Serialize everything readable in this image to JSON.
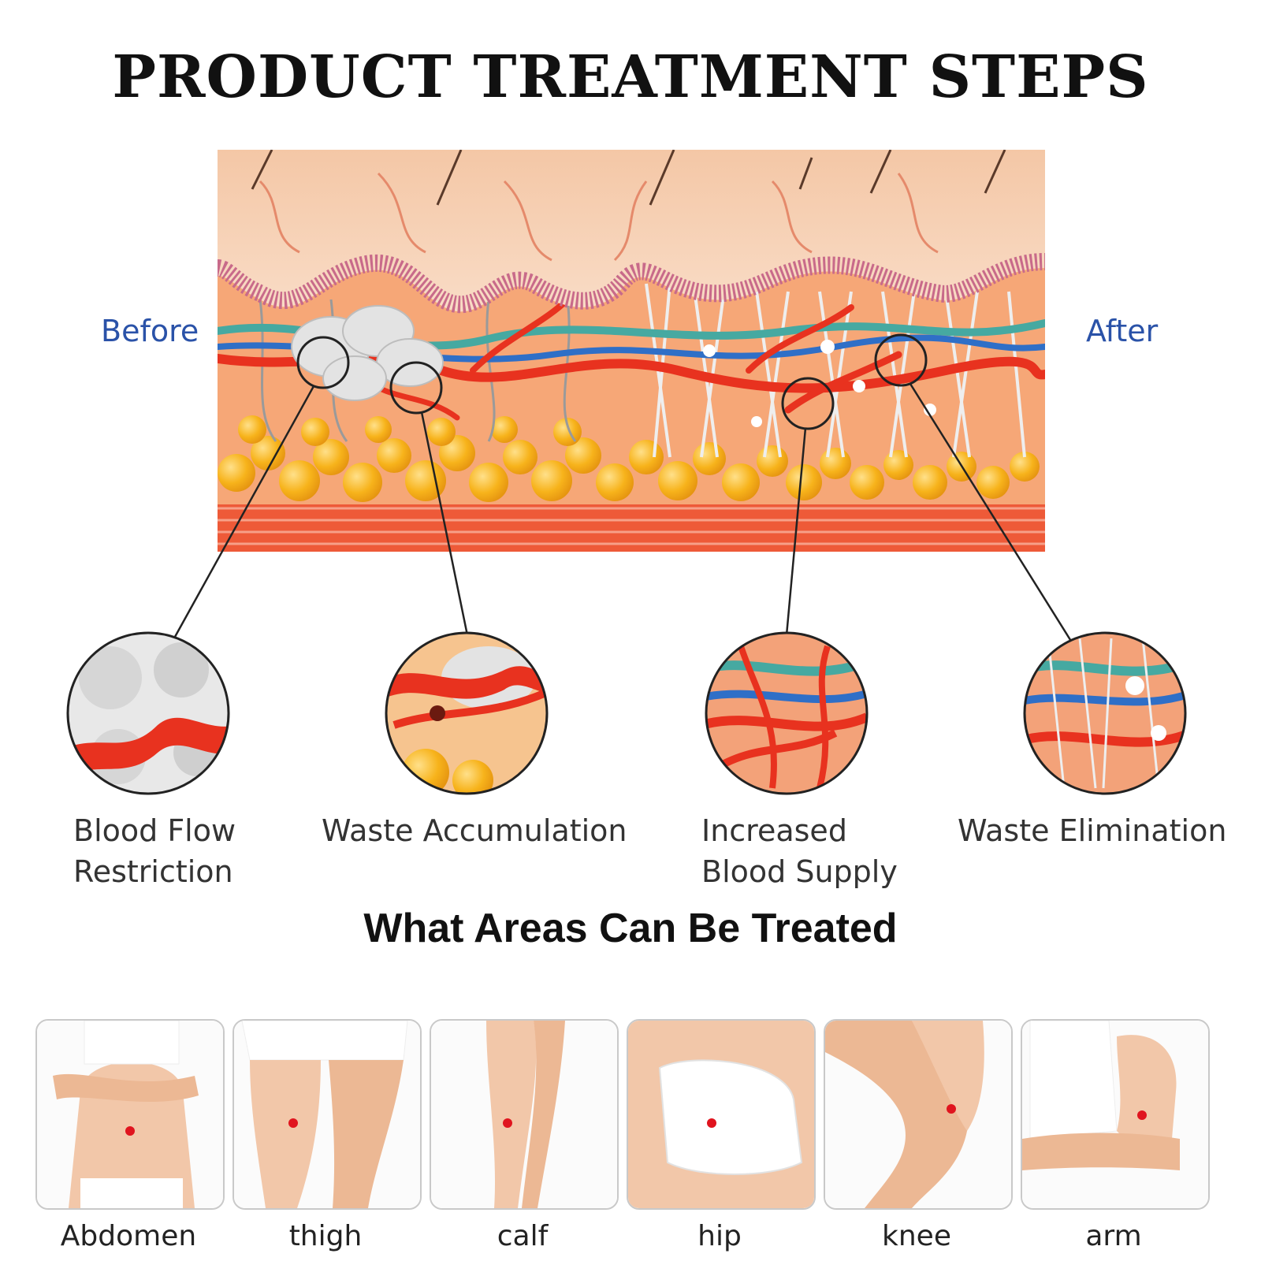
{
  "title": "PRODUCT TREATMENT STEPS",
  "diagram": {
    "before_label": "Before",
    "after_label": "After",
    "colors": {
      "before_text": "#2a52a8",
      "fat": "#f7b31b",
      "vessel": "#e8321f",
      "vein": "#2f6fc7",
      "lymph": "#46a9a1",
      "muscle": "#ee5a38"
    }
  },
  "callouts": [
    {
      "icon": "blood-flow-restriction-icon",
      "label": "Blood Flow\nRestriction"
    },
    {
      "icon": "waste-accumulation-icon",
      "label": "Waste Accumulation"
    },
    {
      "icon": "increased-blood-supply-icon",
      "label": "Increased\nBlood Supply"
    },
    {
      "icon": "waste-elimination-icon",
      "label": "Waste Elimination"
    }
  ],
  "areas_title": "What Areas Can Be Treated",
  "areas": [
    {
      "icon": "abdomen-icon",
      "label": "Abdomen"
    },
    {
      "icon": "thigh-icon",
      "label": "thigh"
    },
    {
      "icon": "calf-icon",
      "label": "calf"
    },
    {
      "icon": "hip-icon",
      "label": "hip"
    },
    {
      "icon": "knee-icon",
      "label": "knee"
    },
    {
      "icon": "arm-icon",
      "label": "arm"
    }
  ],
  "marker_color": "#e0141e"
}
